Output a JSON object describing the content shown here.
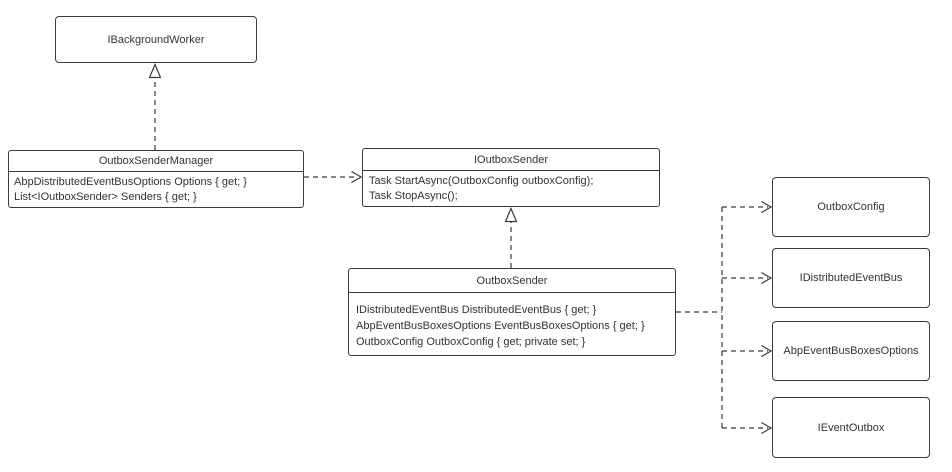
{
  "diagram": {
    "colors": {
      "background": "#ffffff",
      "border": "#3a3a3a",
      "text": "#333333",
      "connector": "#3a3a3a"
    },
    "classes": [
      {
        "name": "IBackgroundWorker",
        "members": []
      },
      {
        "name": "OutboxSenderManager",
        "members": [
          "AbpDistributedEventBusOptions Options { get; }",
          "List<IOutboxSender> Senders { get; }"
        ]
      },
      {
        "name": "IOutboxSender",
        "members": [
          "Task StartAsync(OutboxConfig outboxConfig);",
          "Task StopAsync();"
        ]
      },
      {
        "name": "OutboxSender",
        "members": [
          "IDistributedEventBus DistributedEventBus { get; }",
          "AbpEventBusBoxesOptions EventBusBoxesOptions { get; }",
          "OutboxConfig OutboxConfig { get; private set; }"
        ]
      },
      {
        "name": "OutboxConfig",
        "members": []
      },
      {
        "name": "IDistributedEventBus",
        "members": []
      },
      {
        "name": "AbpEventBusBoxesOptions",
        "members": []
      },
      {
        "name": "IEventOutbox",
        "members": []
      }
    ],
    "relationships": [
      {
        "from": "OutboxSenderManager",
        "to": "IBackgroundWorker",
        "type": "realization"
      },
      {
        "from": "OutboxSenderManager",
        "to": "IOutboxSender",
        "type": "dependency"
      },
      {
        "from": "OutboxSender",
        "to": "IOutboxSender",
        "type": "realization"
      },
      {
        "from": "OutboxSender",
        "to": "OutboxConfig",
        "type": "dependency"
      },
      {
        "from": "OutboxSender",
        "to": "IDistributedEventBus",
        "type": "dependency"
      },
      {
        "from": "OutboxSender",
        "to": "AbpEventBusBoxesOptions",
        "type": "dependency"
      },
      {
        "from": "OutboxSender",
        "to": "IEventOutbox",
        "type": "dependency"
      }
    ]
  }
}
